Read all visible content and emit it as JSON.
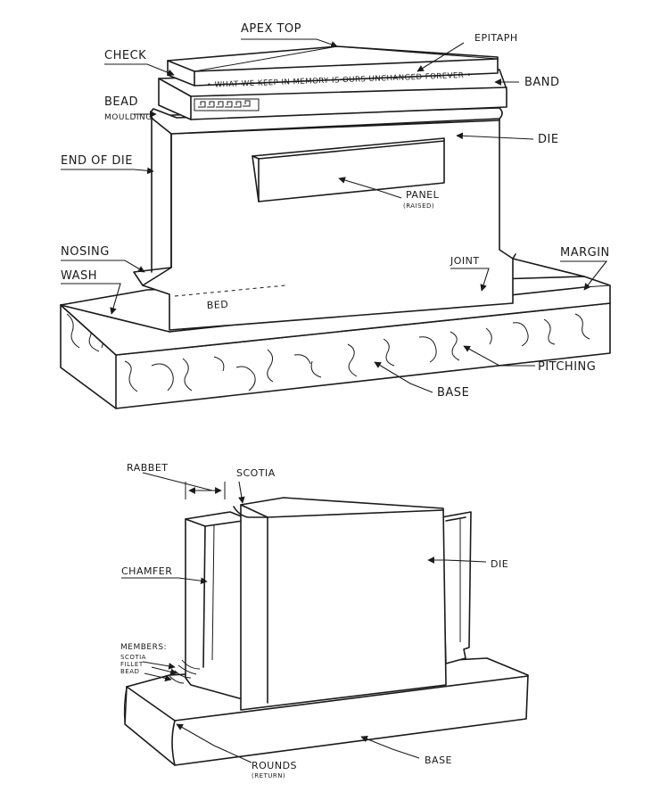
{
  "figure1": {
    "epitaph_text": "• WHAT WE KEEP IN MEMORY IS OURS UNCHANGED FOREVER •",
    "labels": {
      "apex_top": "APEX TOP",
      "epitaph": "EPITAPH",
      "check": "CHECK",
      "band": "BAND",
      "bead": "BEAD",
      "moulding": "MOULDING",
      "die": "DIE",
      "end_of_die": "END OF DIE",
      "panel": "PANEL",
      "panel_sub": "(RAISED)",
      "nosing": "NOSING",
      "joint": "JOINT",
      "margin": "MARGIN",
      "wash": "WASH",
      "bed": "BED",
      "pitching": "PITCHING",
      "base": "BASE"
    }
  },
  "figure2": {
    "labels": {
      "rabbet": "RABBET",
      "scotia": "SCOTIA",
      "die": "DIE",
      "chamfer": "CHAMFER",
      "members": "MEMBERS:",
      "members_scotia": "SCOTIA",
      "members_fillet": "FILLET",
      "members_bead": "BEAD",
      "base": "BASE",
      "rounds": "ROUNDS",
      "rounds_sub": "(RETURN)"
    }
  }
}
